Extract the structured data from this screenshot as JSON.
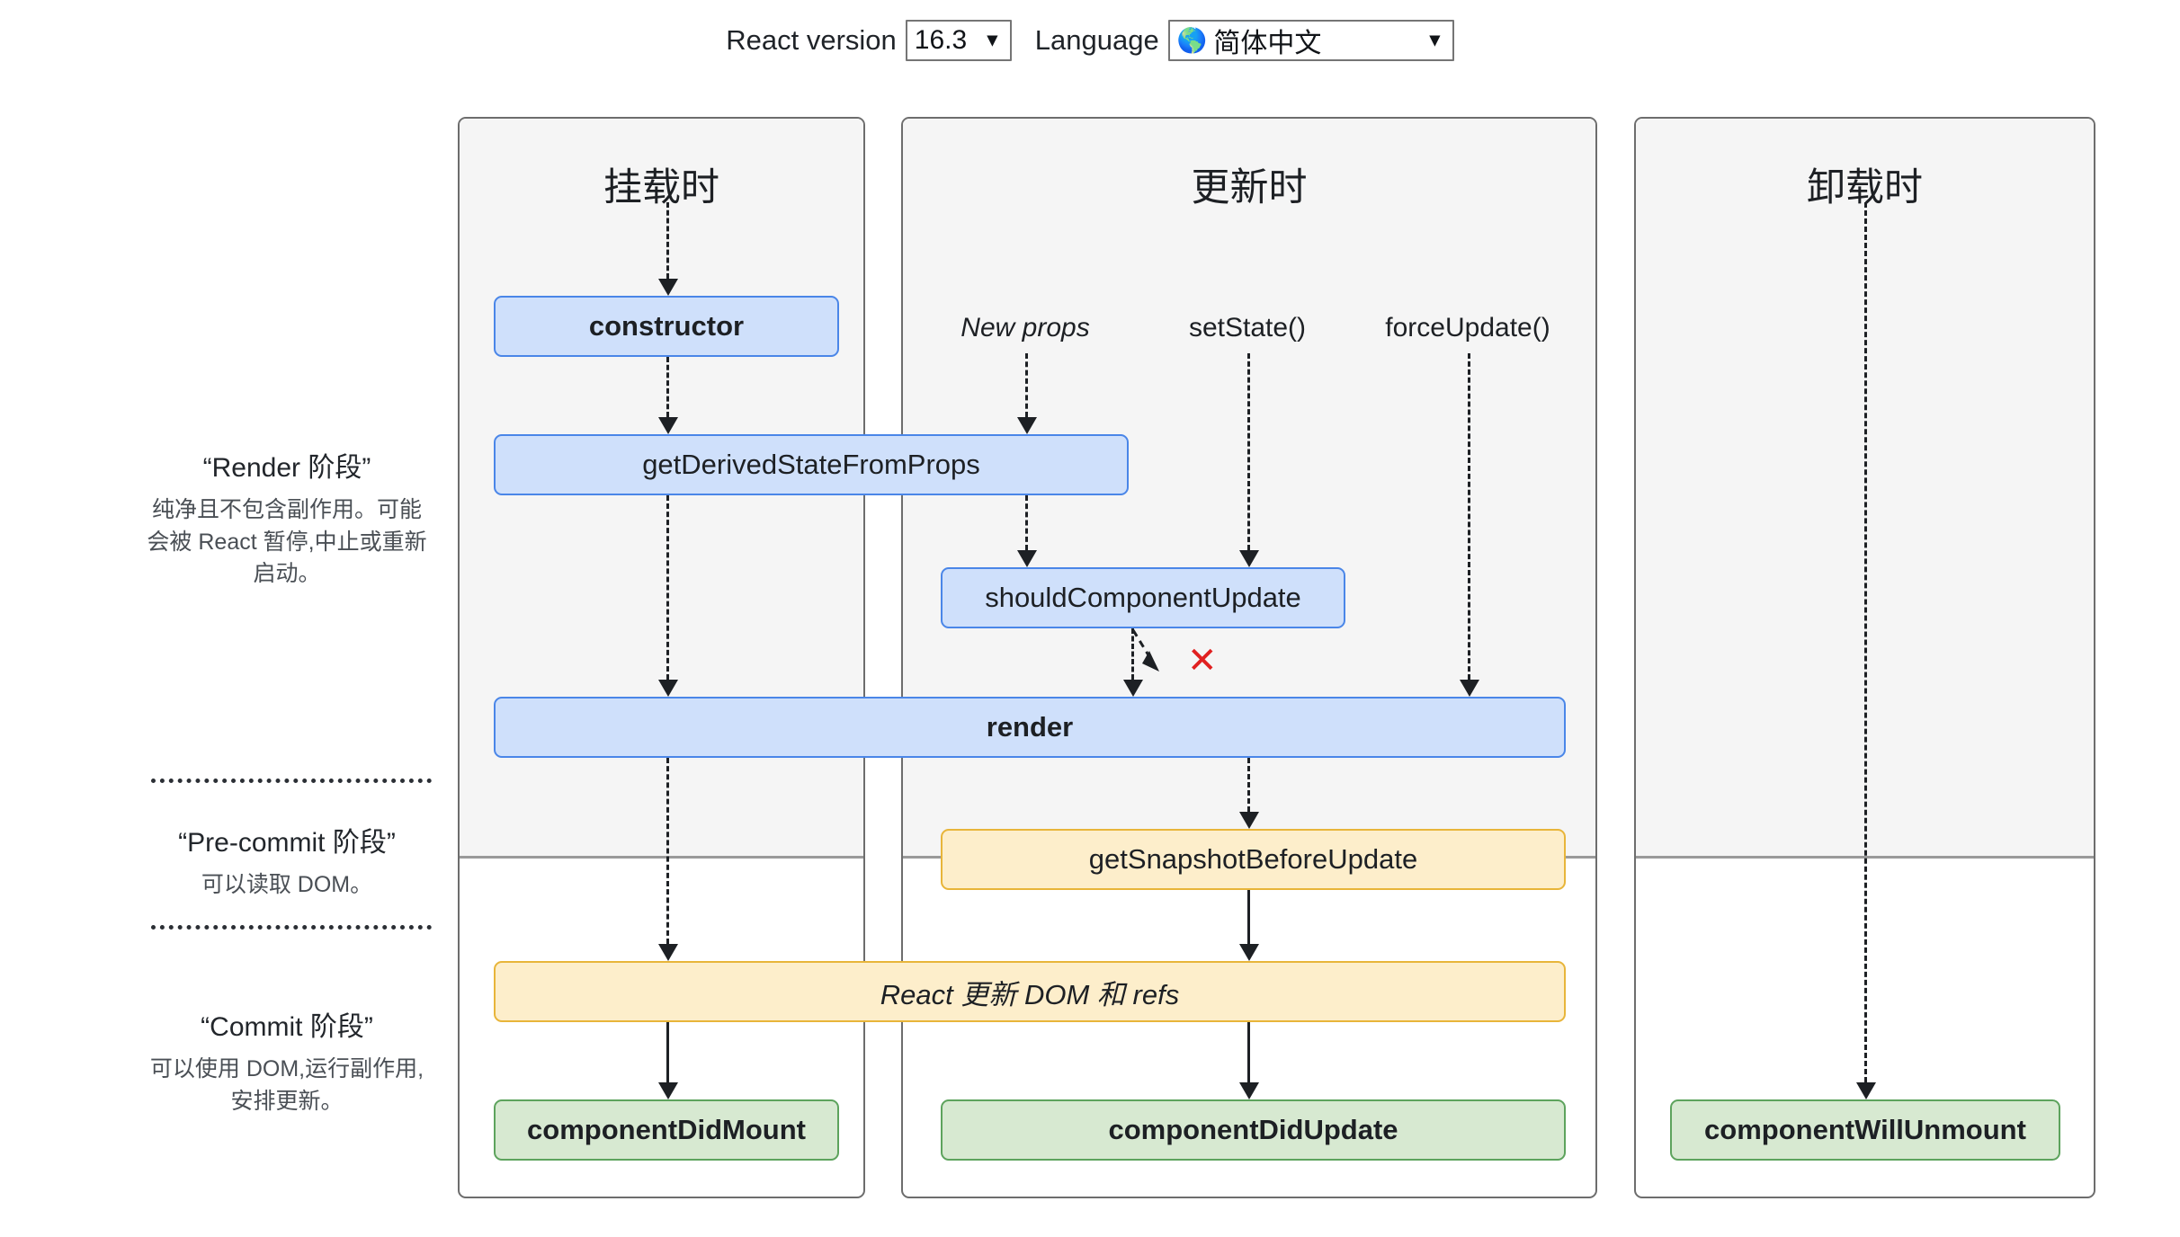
{
  "header": {
    "version_label": "React version",
    "version_value": "16.3",
    "language_label": "Language",
    "language_value": "简体中文",
    "globe_icon": "globe-icon",
    "caret_icon": "chevron-down-icon"
  },
  "phases": [
    {
      "id": "render",
      "title": "“Render 阶段”",
      "description": "纯净且不包含副作用。可能会被 React 暂停,中止或重新启动。"
    },
    {
      "id": "pre-commit",
      "title": "“Pre-commit 阶段”",
      "description": "可以读取 DOM。"
    },
    {
      "id": "commit",
      "title": "“Commit 阶段”",
      "description": "可以使用 DOM,运行副作用,安排更新。"
    }
  ],
  "columns": [
    {
      "id": "mount",
      "title": "挂载时"
    },
    {
      "id": "update",
      "title": "更新时"
    },
    {
      "id": "unmount",
      "title": "卸载时"
    }
  ],
  "triggers": [
    {
      "id": "new-props",
      "label": "New props"
    },
    {
      "id": "set-state",
      "label": "setState()"
    },
    {
      "id": "force-update",
      "label": "forceUpdate()"
    }
  ],
  "nodes": {
    "constructor": "constructor",
    "get_derived_state_from_props": "getDerivedStateFromProps",
    "should_component_update": "shouldComponentUpdate",
    "render": "render",
    "get_snapshot_before_update": "getSnapshotBeforeUpdate",
    "react_updates_dom": "React 更新 DOM 和 refs",
    "component_did_mount": "componentDidMount",
    "component_did_update": "componentDidUpdate",
    "component_will_unmount": "componentWillUnmount"
  },
  "markers": {
    "skip_update": "✕"
  },
  "colors": {
    "blue_fill": "#cfe0fb",
    "blue_border": "#4a86e8",
    "yellow_fill": "#fdeecb",
    "yellow_border": "#e8b53a",
    "green_fill": "#d7e9d1",
    "green_border": "#5da35d",
    "panel_fill": "#f5f5f5",
    "panel_border": "#6d6d6d",
    "skip_red": "#e02020"
  }
}
